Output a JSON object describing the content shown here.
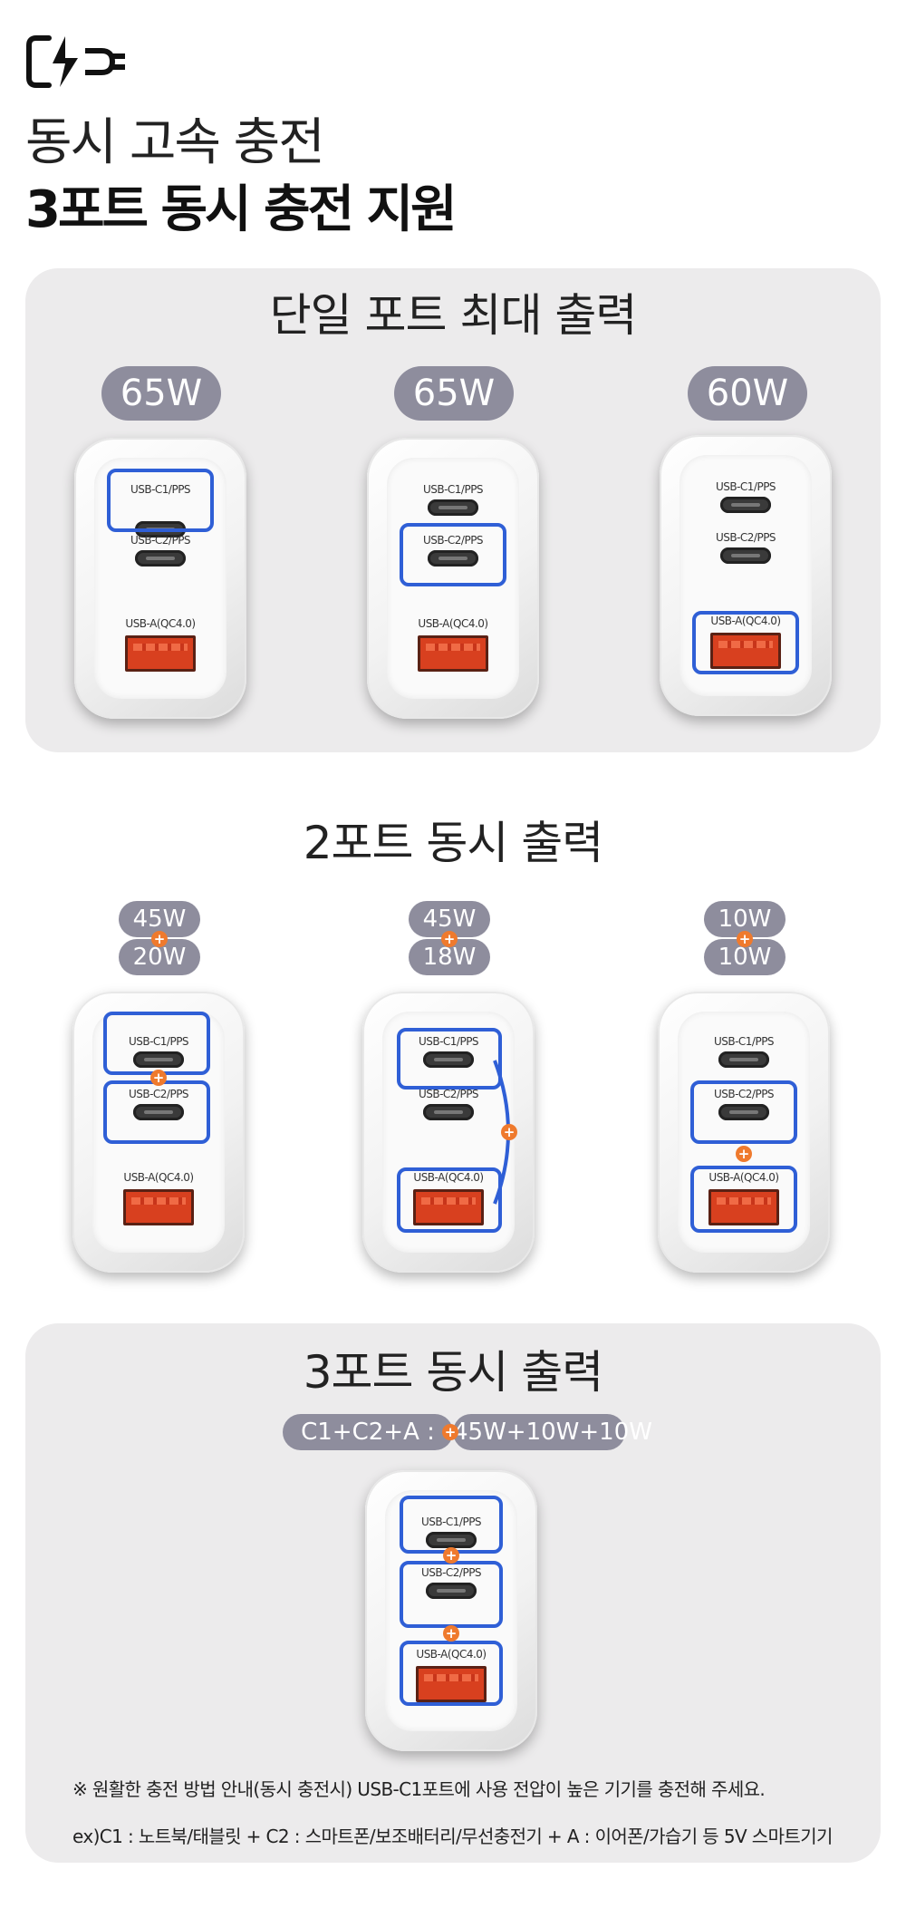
{
  "header": {
    "logo_icon": "charging-plug-icon",
    "title_light": "동시 고속 충전",
    "title_bold": "3포트 동시 충전 지원"
  },
  "ports": {
    "c1": "USB-C1/PPS",
    "c2": "USB-C2/PPS",
    "a": "USB-A(QC4.0)"
  },
  "single": {
    "title": "단일 포트 최대 출력",
    "items": [
      {
        "watt": "65W",
        "highlight": "c1"
      },
      {
        "watt": "65W",
        "highlight": "c2"
      },
      {
        "watt": "60W",
        "highlight": "a"
      }
    ]
  },
  "dual": {
    "title": "2포트 동시 출력",
    "items": [
      {
        "top": "45W",
        "bottom": "20W",
        "ports": "C1+C2"
      },
      {
        "top": "45W",
        "bottom": "18W",
        "ports": "C1+A"
      },
      {
        "top": "10W",
        "bottom": "10W",
        "ports": "C2+A"
      }
    ]
  },
  "triple": {
    "title": "3포트 동시 출력",
    "combo_label": "C1+C2+A :",
    "combo_value": "45W+10W+10W"
  },
  "notes": {
    "line1": "※ 원활한 충전 방법 안내(동시 충전시) USB-C1포트에 사용 전압이 높은 기기를 충전해 주세요.",
    "line2": "ex)C1 : 노트북/태블릿 + C2 : 스마트폰/보조배터리/무선충전기 + A : 이어폰/가습기 등 5V 스마트기기"
  },
  "colors": {
    "accent_orange": "#ef7a2d",
    "highlight_blue": "#2f5fd6",
    "pill_gray": "#8e8d9d",
    "panel_gray": "#ecebec"
  }
}
